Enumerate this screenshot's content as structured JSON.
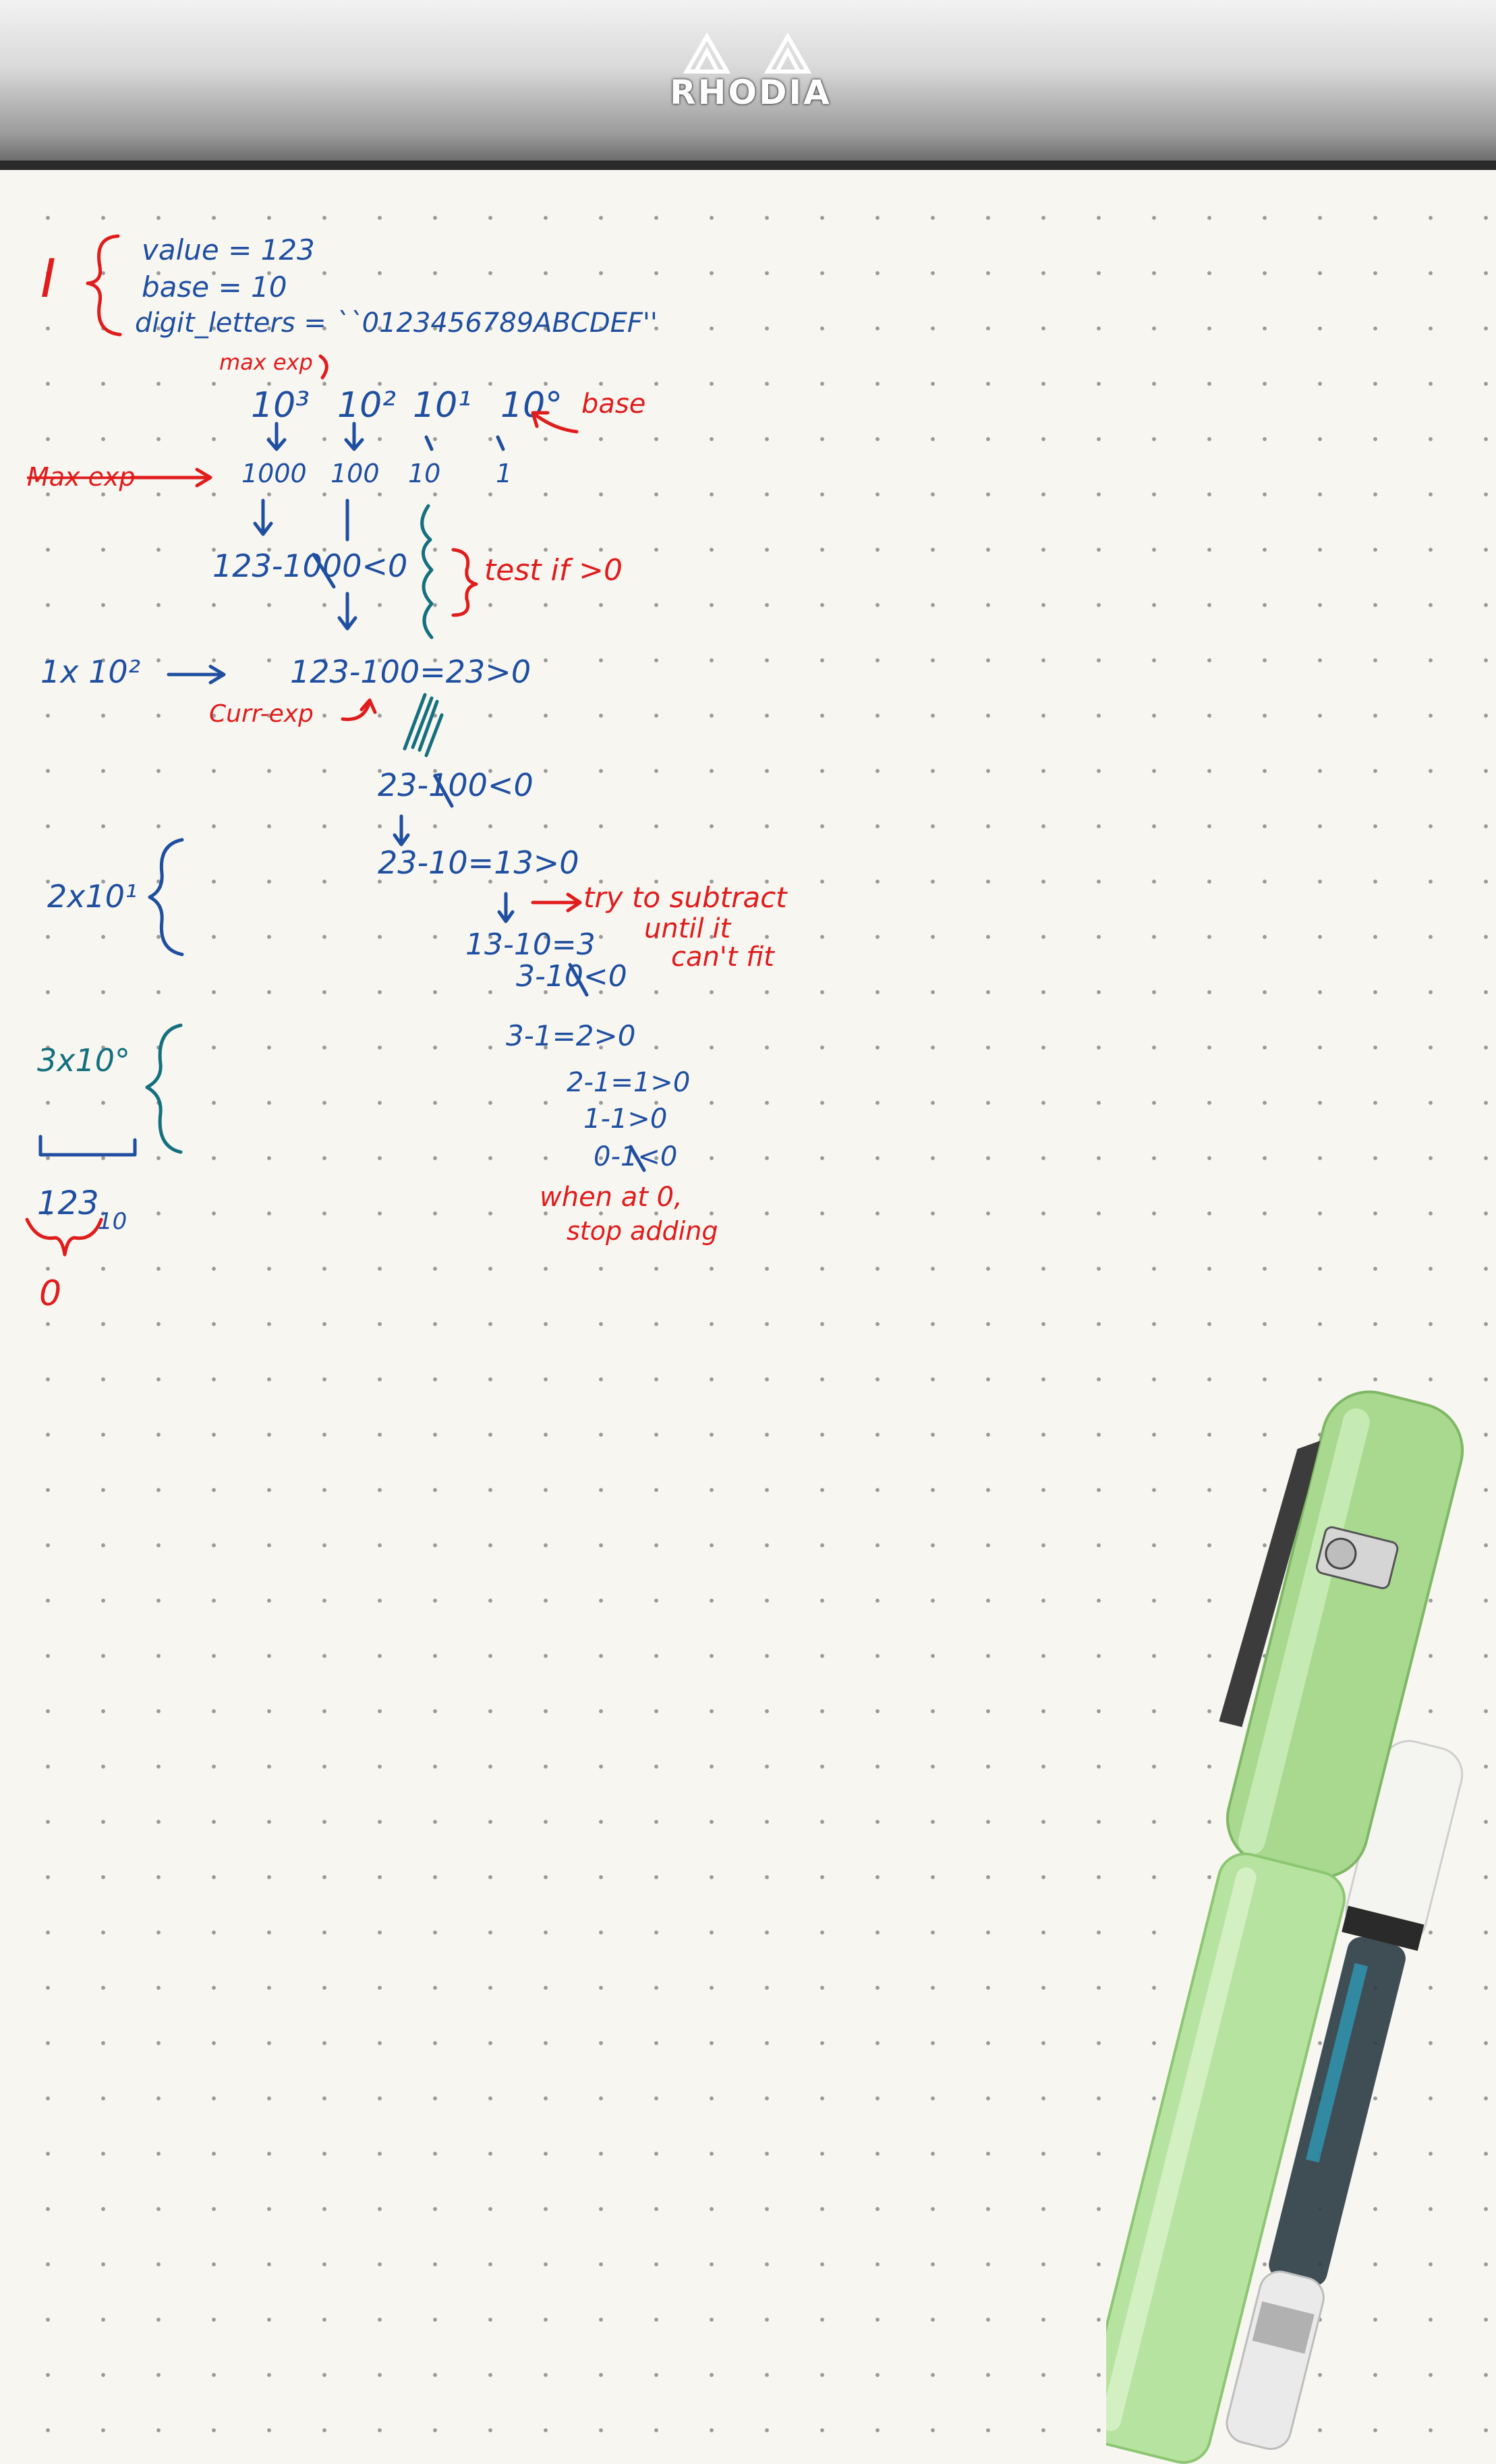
{
  "pad": {
    "brand": "RHODIA"
  },
  "notes": {
    "section_marker": "I",
    "inputs": {
      "value_line": "value = 123",
      "base_line": "base = 10",
      "digits_line": "digit_letters = ``0123456789ABCDEF''"
    },
    "max_exp_label": "max exp",
    "powers": [
      "10³",
      "10²",
      "10¹",
      "10°"
    ],
    "base_label": "base",
    "max_exp_arrow_label": "Max exp",
    "power_values": [
      "1000",
      "100",
      "10",
      "1"
    ],
    "first_test": "123-1000<0",
    "test_label": "test if >0",
    "digit_hundreds": "1x 10²",
    "hundreds_step": "123-100=23>0",
    "curr_exp_label": "Curr-exp",
    "tens_test": "23-100<0",
    "digit_tens": "2x10¹",
    "tens_step1": "23-10=13>0",
    "try_label_1": "try to subtract",
    "try_label_2": "until it",
    "try_label_3": "can't fit",
    "tens_step2": "13-10=3",
    "ones_test": "3-10<0",
    "digit_ones": "3x10°",
    "ones_step1": "3-1=2>0",
    "ones_step2": "2-1=1>0",
    "ones_step3": "1-1>0",
    "ones_step4": "0-1<0",
    "stop_label_1": "when at 0,",
    "stop_label_2": "stop adding",
    "result_value": "123",
    "result_base": "10",
    "result_zero": "0"
  },
  "colors": {
    "blue_ink": "#1f4fa0",
    "teal_ink": "#14707e",
    "red_ink": "#e01c1c",
    "pen_body": "#a8d98e"
  }
}
